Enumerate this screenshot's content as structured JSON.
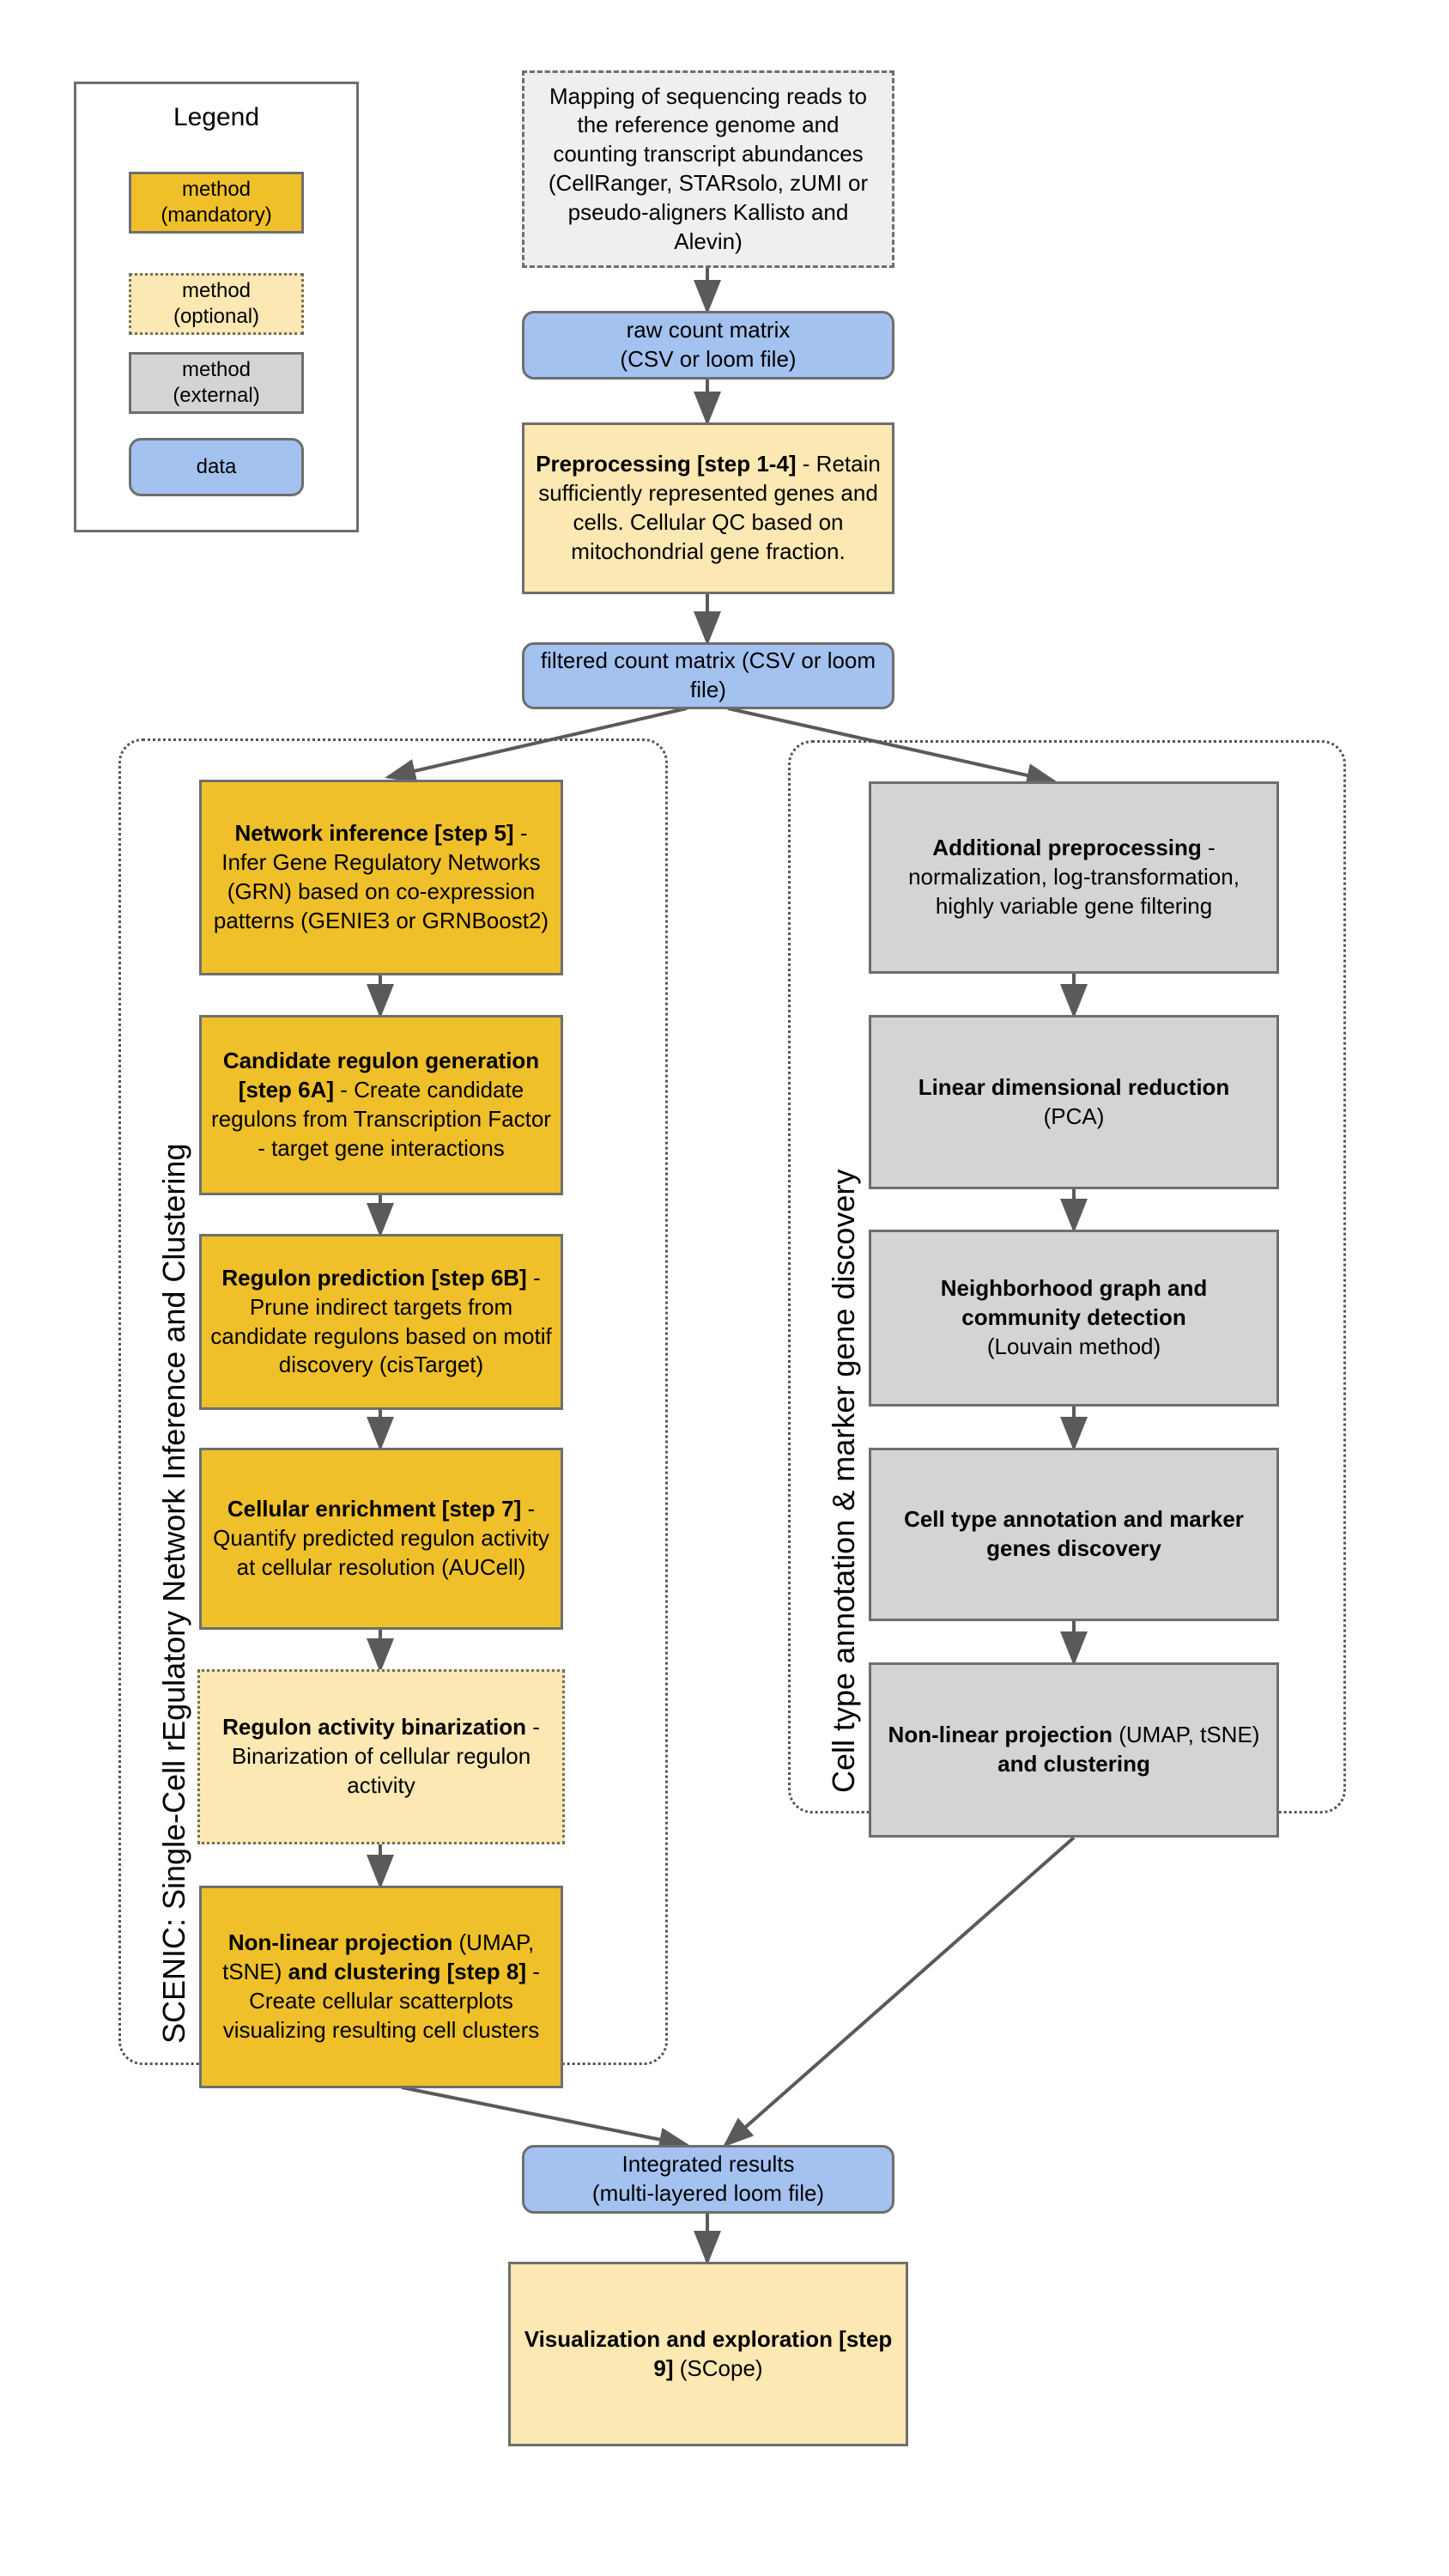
{
  "legend": {
    "title": "Legend",
    "items": [
      {
        "label": "method\n(mandatory)",
        "style": "mandatory",
        "color": "#EFC02A"
      },
      {
        "label": "method\n(optional)",
        "style": "optional",
        "color": "#FCE8B2"
      },
      {
        "label": "method\n(external)",
        "style": "external",
        "color": "#D4D4D4"
      },
      {
        "label": "data",
        "style": "data",
        "color": "#A4C2F0"
      }
    ]
  },
  "groups": {
    "left": {
      "label": "SCENIC: Single-Cell rEgulatory Network Inference and Clustering"
    },
    "right": {
      "label": "Cell type annotation & marker gene discovery"
    }
  },
  "nodes": {
    "mapping": {
      "text": "Mapping of sequencing reads to the reference genome and counting transcript abundances (CellRanger, STARsolo, zUMI or pseudo-aligners Kallisto and Alevin)"
    },
    "raw_count": {
      "line1": "raw count matrix",
      "line2": "(CSV or loom file)"
    },
    "preprocessing": {
      "bold": "Preprocessing [step 1-4]",
      "rest": " - Retain sufficiently represented genes and cells. Cellular QC based on mitochondrial gene fraction."
    },
    "filtered_count": {
      "text": "filtered count matrix (CSV or loom file)"
    },
    "network_inference": {
      "bold": "Network inference [step 5]",
      "rest": " - Infer Gene Regulatory Networks (GRN) based on co-expression patterns (GENIE3 or GRNBoost2)"
    },
    "candidate_regulon": {
      "bold": "Candidate regulon generation  [step 6A]",
      "rest": " - Create candidate regulons from Transcription Factor - target gene interactions"
    },
    "regulon_prediction": {
      "bold": "Regulon prediction [step 6B]",
      "rest": " - Prune indirect targets from candidate regulons based on motif discovery (cisTarget)"
    },
    "cellular_enrichment": {
      "bold": "Cellular enrichment [step 7]",
      "rest": " - Quantify predicted regulon activity at cellular resolution (AUCell)"
    },
    "regulon_binarization": {
      "bold": "Regulon activity binarization",
      "rest": " - Binarization of cellular regulon activity"
    },
    "nonlinear_left": {
      "bold1": "Non-linear projection",
      "mid": " (UMAP, tSNE)",
      "bold2": " and clustering [step 8]",
      "rest": " - Create cellular scatterplots visualizing resulting cell clusters"
    },
    "additional_preprocessing": {
      "bold": "Additional preprocessing",
      "rest": " - normalization, log-transformation, highly variable gene filtering"
    },
    "linear_reduction": {
      "bold": "Linear dimensional reduction",
      "rest": " (PCA)"
    },
    "neighborhood_graph": {
      "bold": "Neighborhood graph and community detection",
      "rest": " (Louvain method)"
    },
    "celltype_annotation": {
      "bold": "Cell type annotation and marker genes discovery",
      "rest": ""
    },
    "nonlinear_right": {
      "bold1": "Non-linear projection",
      "mid": " (UMAP, tSNE)",
      "bold2": " and clustering",
      "rest": ""
    },
    "integrated_results": {
      "line1": "Integrated results",
      "line2": "(multi-layered loom file)"
    },
    "visualization": {
      "bold1": "Visualization and exploration [step 9]",
      "rest": " (SCope)"
    }
  },
  "colors": {
    "mandatory": "#EFC02A",
    "optional": "#FCE8B2",
    "external": "#D4D4D4",
    "external_dashed": "#EFEFEF",
    "data": "#A4C2F0",
    "stroke": "#6E6E6E",
    "edge": "#5A5A5A"
  }
}
